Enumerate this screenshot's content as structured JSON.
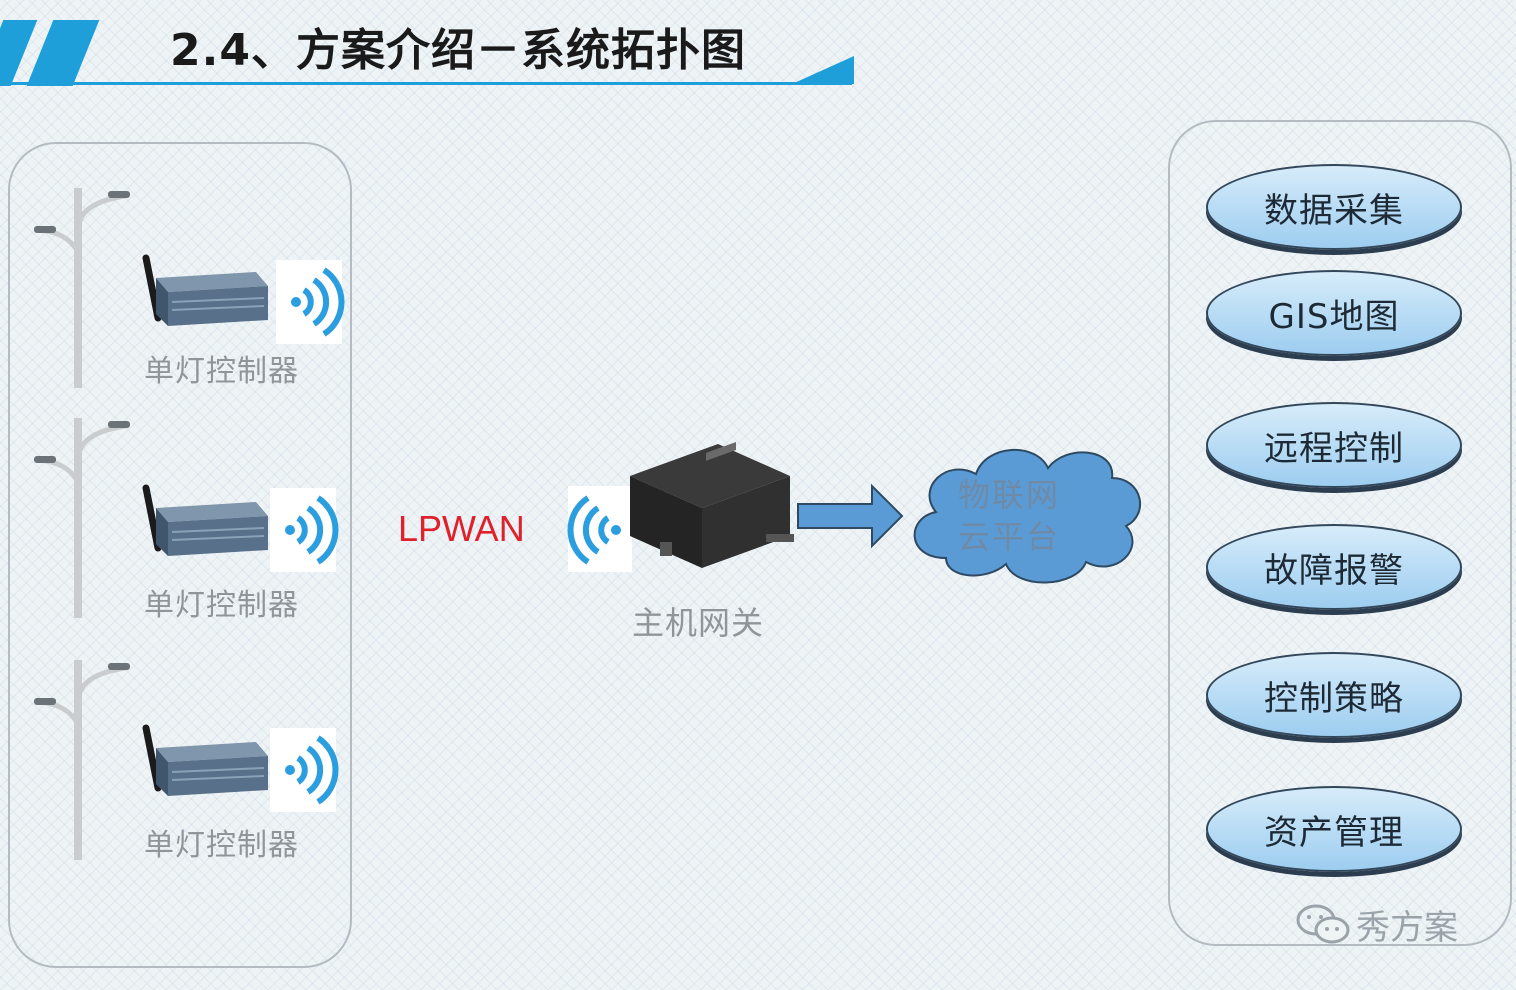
{
  "title": "2.4、方案介绍－系统拓扑图",
  "controllers": [
    {
      "label": "单灯控制器"
    },
    {
      "label": "单灯控制器"
    },
    {
      "label": "单灯控制器"
    }
  ],
  "network_label": "LPWAN",
  "gateway_label": "主机网关",
  "cloud": {
    "line1": "物联网",
    "line2": "云平台"
  },
  "functions": [
    "数据采集",
    "GIS地图",
    "远程控制",
    "故障报警",
    "控制策略",
    "资产管理"
  ],
  "watermark": "秀方案",
  "colors": {
    "accent": "#1e9fd9",
    "cloud": "#5b9bd5",
    "lpwan": "#e0202a"
  }
}
